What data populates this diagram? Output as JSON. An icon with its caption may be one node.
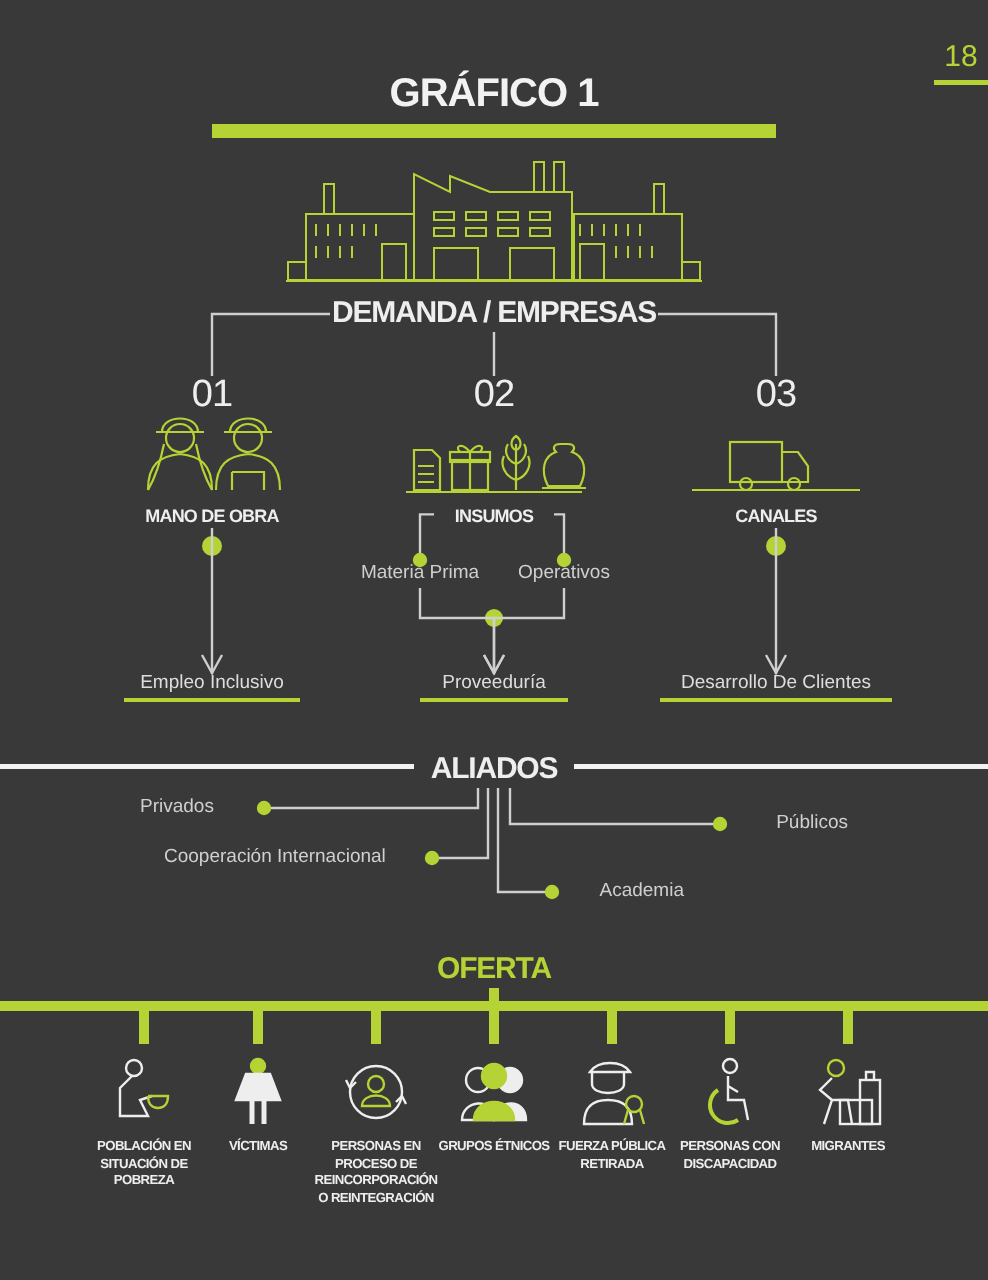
{
  "diagram": {
    "title": "GRÁFICO 1",
    "nodes": [
      {
        "text": [
          "DEMANDA / EMPRESAS"
        ]
      },
      {
        "text": [
          "01",
          "MANO DE OBRA"
        ]
      },
      {
        "text": [
          "02",
          "INSUMOS"
        ]
      },
      {
        "text": [
          "03",
          "CANALES"
        ]
      },
      {
        "text": [
          "Materia Prima"
        ]
      },
      {
        "text": [
          "Operativos"
        ]
      },
      {
        "text": [
          "Empleo Inclusivo"
        ]
      },
      {
        "text": [
          "Proveeduría"
        ]
      },
      {
        "text": [
          "Desarrollo De Clientes"
        ]
      },
      {
        "text": [
          "ALIADOS"
        ]
      },
      {
        "text": [
          "Privados"
        ]
      },
      {
        "text": [
          "Cooperación Internacional"
        ]
      },
      {
        "text": [
          "Academia"
        ]
      },
      {
        "text": [
          "Públicos"
        ]
      },
      {
        "text": [
          "OFERTA"
        ]
      },
      {
        "text": [
          "POBLACIÓN EN SITUACIÓN DE POBREZA"
        ]
      },
      {
        "text": [
          "VÍCTIMAS"
        ]
      },
      {
        "text": [
          "PERSONAS EN PROCESO DE REINCORPORACIÓN O REINTEGRACIÓN"
        ]
      },
      {
        "text": [
          "GRUPOS ÉTNICOS"
        ]
      },
      {
        "text": [
          "FUERZA PÚBLICA RETIRADA"
        ]
      },
      {
        "text": [
          "PERSONAS CON DISCAPACIDAD"
        ]
      },
      {
        "text": [
          "MIGRANTES"
        ]
      }
    ],
    "edges": [
      {
        "from": 0,
        "to": 1,
        "arrow": "none"
      },
      {
        "from": 0,
        "to": 2,
        "arrow": "none"
      },
      {
        "from": 0,
        "to": 3,
        "arrow": "none"
      },
      {
        "from": 2,
        "to": 4,
        "arrow": "other"
      },
      {
        "from": 2,
        "to": 5,
        "arrow": "other"
      },
      {
        "from": 1,
        "to": 6,
        "arrow": "to"
      },
      {
        "from": 3,
        "to": 8,
        "arrow": "to"
      },
      {
        "from": 4,
        "to": 7,
        "arrow": "to"
      },
      {
        "from": 5,
        "to": 7,
        "arrow": "to"
      },
      {
        "from": 9,
        "to": 10,
        "arrow": "other"
      },
      {
        "from": 9,
        "to": 11,
        "arrow": "other"
      },
      {
        "from": 9,
        "to": 12,
        "arrow": "other"
      },
      {
        "from": 9,
        "to": 13,
        "arrow": "other"
      },
      {
        "from": 14,
        "to": 15,
        "arrow": "none",
        "style": "thick",
        "color": "#b5d334"
      },
      {
        "from": 14,
        "to": 16,
        "arrow": "none",
        "style": "thick",
        "color": "#b5d334"
      },
      {
        "from": 14,
        "to": 17,
        "arrow": "none",
        "style": "thick",
        "color": "#b5d334"
      },
      {
        "from": 14,
        "to": 18,
        "arrow": "none",
        "style": "thick",
        "color": "#b5d334"
      },
      {
        "from": 14,
        "to": 19,
        "arrow": "none",
        "style": "thick",
        "color": "#b5d334"
      },
      {
        "from": 14,
        "to": 20,
        "arrow": "none",
        "style": "thick",
        "color": "#b5d334"
      },
      {
        "from": 14,
        "to": 21,
        "arrow": "none",
        "style": "thick",
        "color": "#b5d334"
      }
    ],
    "labels": [
      "18"
    ]
  }
}
